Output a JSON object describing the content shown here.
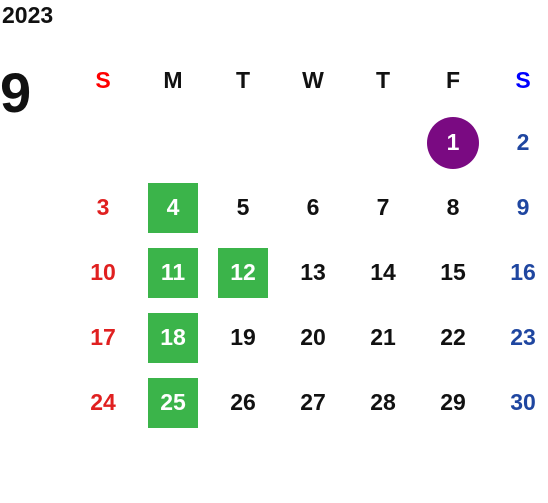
{
  "year": "2023",
  "month": "9",
  "weekdays": [
    "S",
    "M",
    "T",
    "W",
    "T",
    "F",
    "S"
  ],
  "weeks": [
    [
      "",
      "",
      "",
      "",
      "",
      "1",
      "2"
    ],
    [
      "3",
      "4",
      "5",
      "6",
      "7",
      "8",
      "9"
    ],
    [
      "10",
      "11",
      "12",
      "13",
      "14",
      "15",
      "16"
    ],
    [
      "17",
      "18",
      "19",
      "20",
      "21",
      "22",
      "23"
    ],
    [
      "24",
      "25",
      "26",
      "27",
      "28",
      "29",
      "30"
    ]
  ],
  "colors": {
    "sunday": "#e02020",
    "saturday": "#1f46a0",
    "highlight_green": "#3bb44a",
    "highlight_purple": "#7a0a82"
  }
}
